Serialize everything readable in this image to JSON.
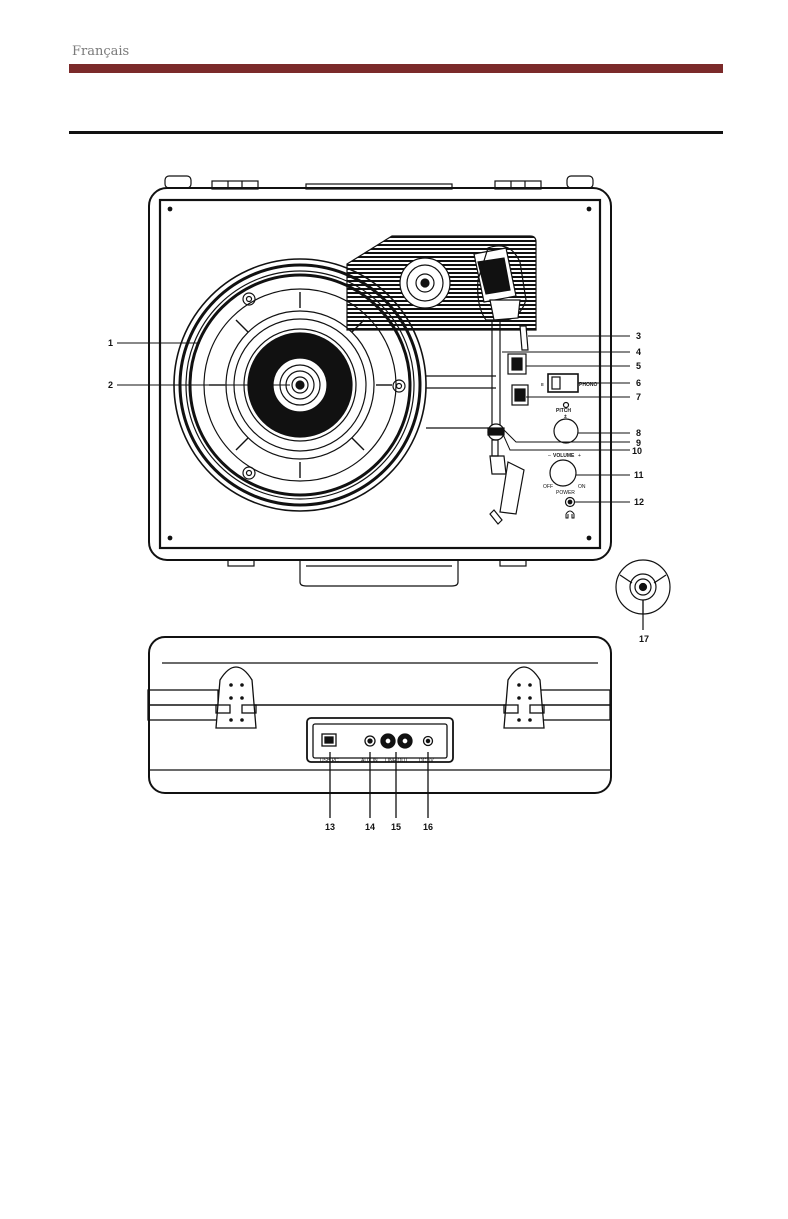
{
  "header": {
    "language": "Français",
    "accent_color": "#7b2a2a"
  },
  "callouts": [
    "1",
    "2",
    "3",
    "4",
    "5",
    "6",
    "7",
    "8",
    "9",
    "10",
    "11",
    "12",
    "13",
    "14",
    "15",
    "16",
    "17"
  ],
  "panel_labels": {
    "pitch": "PITCH",
    "volume": "VOLUME",
    "power": "POWER",
    "off": "OFF",
    "on": "ON",
    "phono": "PHONO",
    "minus": "–",
    "plus": "+"
  },
  "rear_labels": {
    "usb": "USB PC",
    "aux_in": "AUX IN",
    "line_out": "LINE OUT",
    "dc": "DC 5V"
  }
}
